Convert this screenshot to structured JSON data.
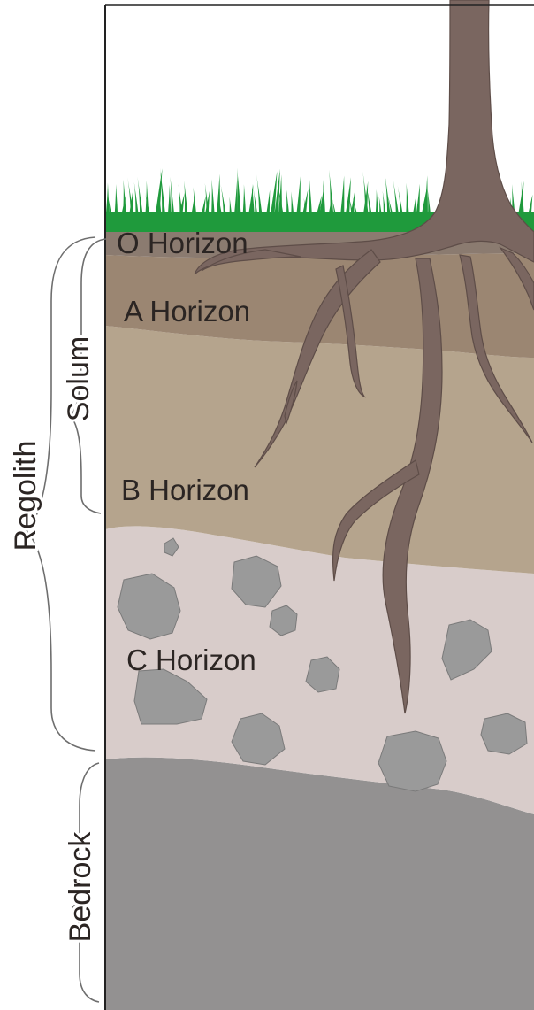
{
  "diagram": {
    "horizons": {
      "o": "O Horizon",
      "a": "A Horizon",
      "b": "B Horizon",
      "c": "C Horizon"
    },
    "groupings": {
      "regolith": "Regolith",
      "solum": "Solum",
      "bedrock": "Bedrock"
    }
  },
  "colors": {
    "grass": "#1f9a3c",
    "o_horizon": "#8b7b70",
    "a_horizon": "#9b8672",
    "b_horizon": "#b5a48d",
    "c_horizon": "#d8ccca",
    "bedrock": "#939191",
    "rock": "#9a9a9a",
    "tree_root": "#7a6660"
  }
}
